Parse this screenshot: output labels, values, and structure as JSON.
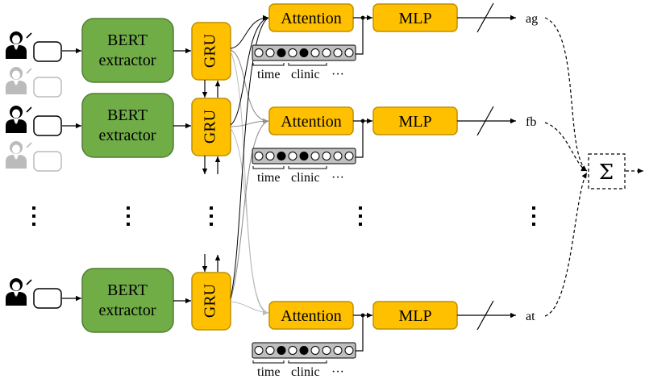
{
  "encoder": {
    "bert_line1": "BERT",
    "bert_line2": "extractor",
    "gru_label": "GRU"
  },
  "heads": {
    "attention_label": "Attention",
    "mlp_label": "MLP",
    "token_labels": {
      "time": "time",
      "clinic": "clinic",
      "ellipsis": "···"
    },
    "outputs": [
      "ag",
      "fb",
      "at"
    ]
  },
  "aggregate": {
    "symbol": "Σ"
  },
  "colors": {
    "bert_fill": "#70AD47",
    "bert_stroke": "#507E32",
    "orange_fill": "#FFC000",
    "orange_stroke": "#BF8F00",
    "token_bar": "#BFBFBF",
    "speaker_active": "#000000",
    "speaker_faded": "#BBBBBB"
  },
  "icons": {
    "speaker": "person-with-speech-bubble-icon",
    "dots": "vertical-ellipsis-icon",
    "sum": "sigma-icon"
  }
}
